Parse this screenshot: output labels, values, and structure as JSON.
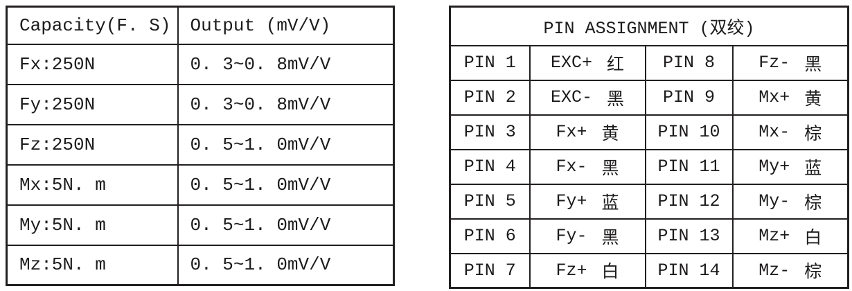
{
  "spec_table": {
    "headers": [
      "Capacity(F. S)",
      "Output (mV/V)"
    ],
    "rows": [
      {
        "capacity": "Fx:250N",
        "output": "0. 3~0. 8mV/V"
      },
      {
        "capacity": "Fy:250N",
        "output": "0. 3~0. 8mV/V"
      },
      {
        "capacity": "Fz:250N",
        "output": "0. 5~1. 0mV/V"
      },
      {
        "capacity": "Mx:5N. m",
        "output": "0. 5~1. 0mV/V"
      },
      {
        "capacity": "My:5N. m",
        "output": "0. 5~1. 0mV/V"
      },
      {
        "capacity": "Mz:5N. m",
        "output": "0. 5~1. 0mV/V"
      }
    ]
  },
  "pin_table": {
    "title": "PIN ASSIGNMENT (双绞)",
    "rows": [
      {
        "pin_left": "PIN 1",
        "signal_left": "EXC+",
        "color_left": "红",
        "pin_right": "PIN 8",
        "signal_right": "Fz-",
        "color_right": "黑"
      },
      {
        "pin_left": "PIN 2",
        "signal_left": "EXC-",
        "color_left": "黑",
        "pin_right": "PIN 9",
        "signal_right": "Mx+",
        "color_right": "黄"
      },
      {
        "pin_left": "PIN 3",
        "signal_left": "Fx+",
        "color_left": "黄",
        "pin_right": "PIN 10",
        "signal_right": "Mx-",
        "color_right": "棕"
      },
      {
        "pin_left": "PIN 4",
        "signal_left": "Fx-",
        "color_left": "黑",
        "pin_right": "PIN 11",
        "signal_right": "My+",
        "color_right": "蓝"
      },
      {
        "pin_left": "PIN 5",
        "signal_left": "Fy+",
        "color_left": "蓝",
        "pin_right": "PIN 12",
        "signal_right": "My-",
        "color_right": "棕"
      },
      {
        "pin_left": "PIN 6",
        "signal_left": "Fy-",
        "color_left": "黑",
        "pin_right": "PIN 13",
        "signal_right": "Mz+",
        "color_right": "白"
      },
      {
        "pin_left": "PIN 7",
        "signal_left": "Fz+",
        "color_left": "白",
        "pin_right": "PIN 14",
        "signal_right": "Mz-",
        "color_right": "棕"
      }
    ]
  },
  "colors": {
    "ink": "#1d1b1b",
    "border": "#221f1f",
    "background": "#ffffff"
  }
}
